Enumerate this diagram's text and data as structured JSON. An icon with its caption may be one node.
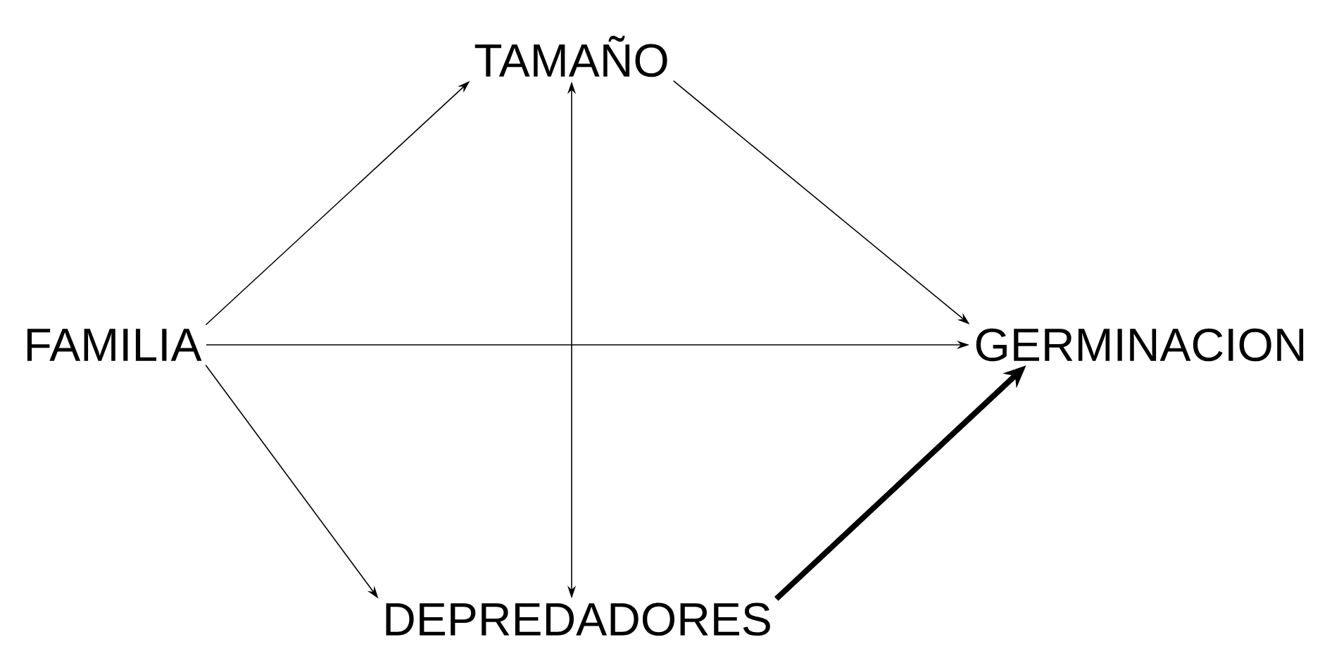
{
  "diagram": {
    "nodes": [
      {
        "text": [
          "TAMAÑO"
        ]
      },
      {
        "text": [
          "FAMILIA"
        ]
      },
      {
        "text": [
          "GERMINACION"
        ]
      },
      {
        "text": [
          "DEPREDADORES"
        ]
      }
    ],
    "edges": [
      {
        "from": 1,
        "to": 0,
        "arrow": "to"
      },
      {
        "from": 0,
        "to": 2,
        "arrow": "to"
      },
      {
        "from": 1,
        "to": 2,
        "arrow": "to"
      },
      {
        "from": 1,
        "to": 3,
        "arrow": "to"
      },
      {
        "from": 3,
        "to": 2,
        "arrow": "to",
        "style": "thick"
      },
      {
        "from": 0,
        "to": 3,
        "arrow": "both"
      }
    ]
  }
}
